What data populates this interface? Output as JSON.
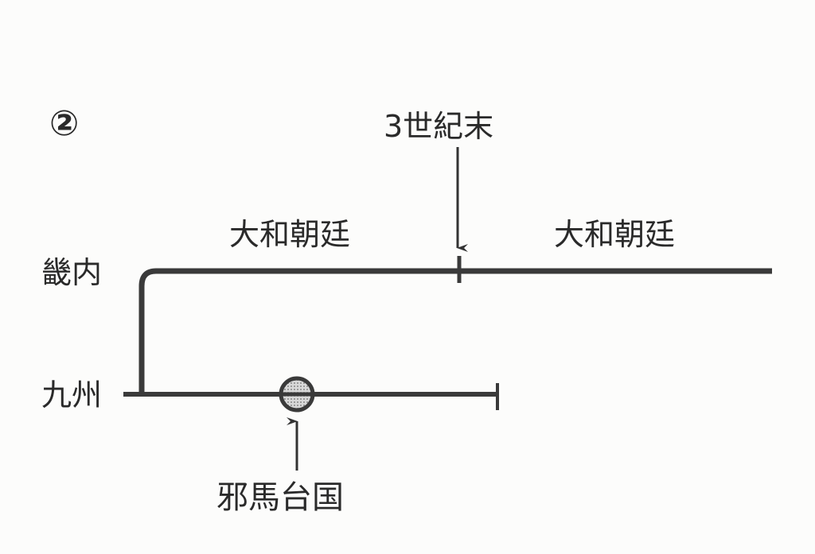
{
  "figure_number": "②",
  "event_label": "3世紀末",
  "regions": {
    "upper": "畿内",
    "lower": "九州"
  },
  "periods": {
    "left_upper": "大和朝廷",
    "right_upper": "大和朝廷"
  },
  "marker_label": "邪馬台国",
  "colors": {
    "line": "#3a3a3a",
    "text": "#2a2a2a",
    "background": "#fcfcfb"
  }
}
